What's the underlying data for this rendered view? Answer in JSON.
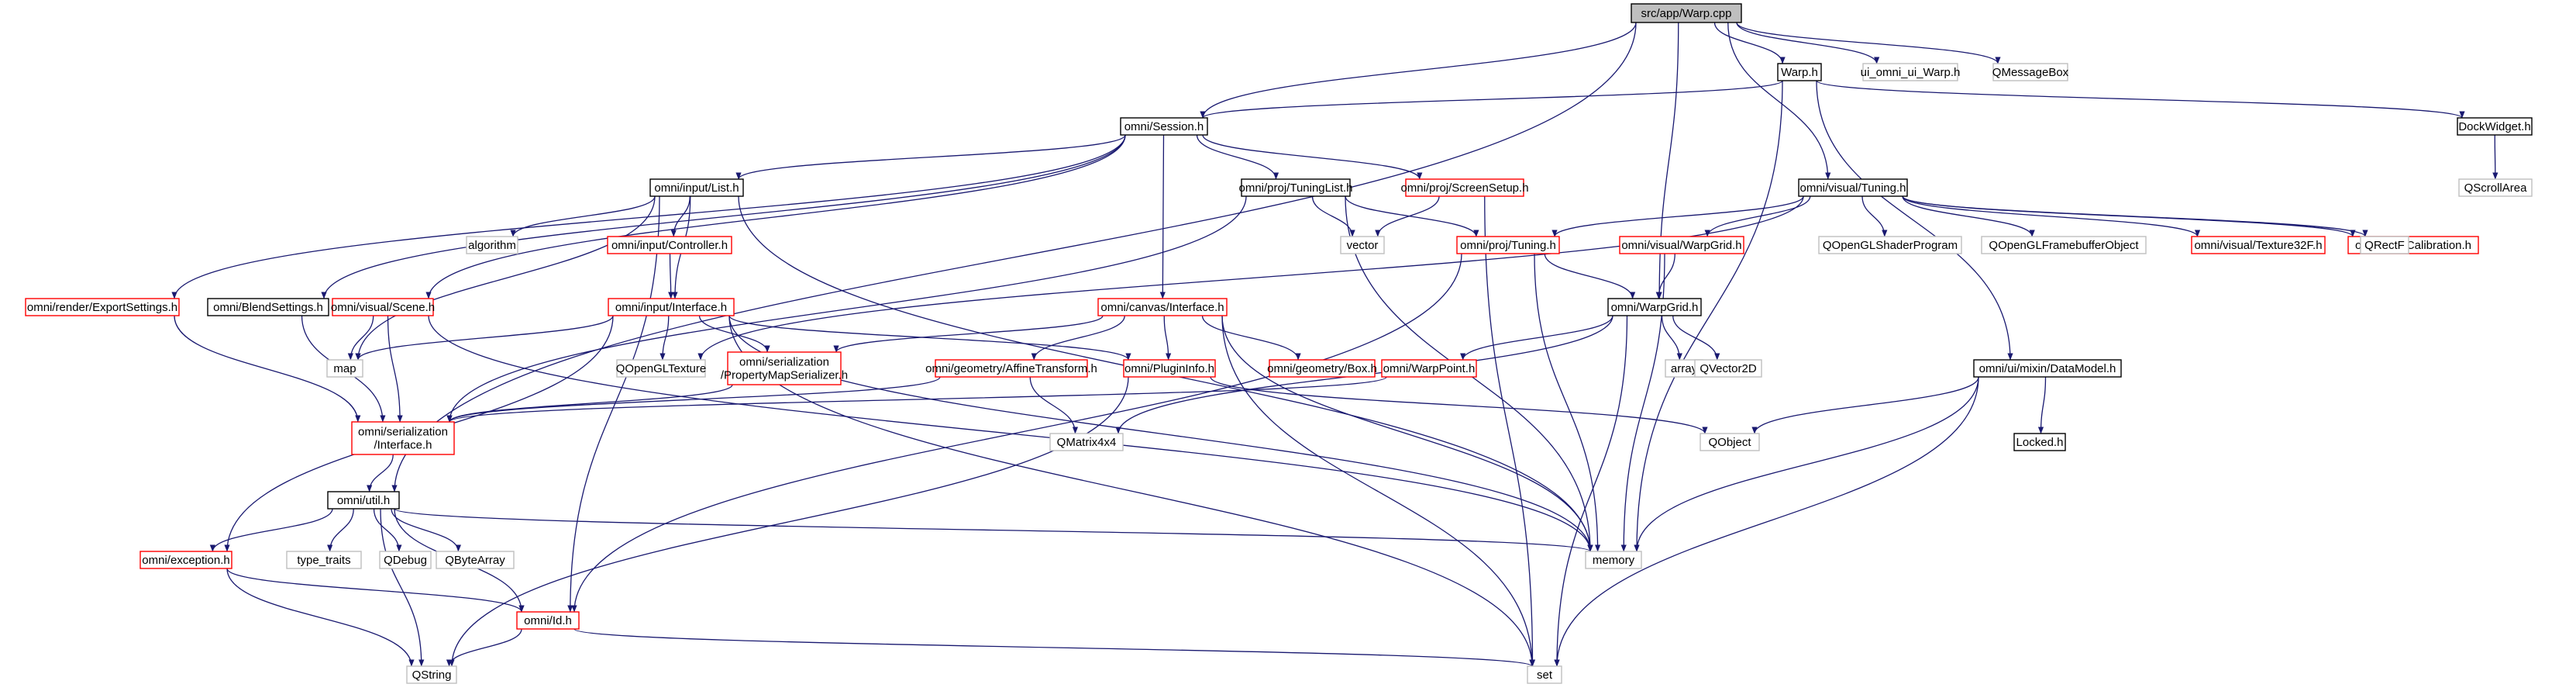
{
  "colors": {
    "edge": "#191970",
    "root_fill": "#bfbfbf",
    "doc_border": "#000000",
    "warn_border": "#ff0000",
    "sys_border": "#bfbfbf"
  },
  "nodes": [
    {
      "id": "root",
      "label": "src/app/Warp.cpp",
      "type": "root"
    },
    {
      "id": "warp_h",
      "label": "Warp.h",
      "type": "doc"
    },
    {
      "id": "ui_warp",
      "label": "ui_omni_ui_Warp.h",
      "type": "sys"
    },
    {
      "id": "qmsgbox",
      "label": "QMessageBox",
      "type": "sys"
    },
    {
      "id": "session",
      "label": "omni/Session.h",
      "type": "doc"
    },
    {
      "id": "dockwidget",
      "label": "DockWidget.h",
      "type": "doc"
    },
    {
      "id": "qscrollarea",
      "label": "QScrollArea",
      "type": "sys"
    },
    {
      "id": "input_list",
      "label": "omni/input/List.h",
      "type": "doc"
    },
    {
      "id": "tuninglist",
      "label": "omni/proj/TuningList.h",
      "type": "doc"
    },
    {
      "id": "screensetup",
      "label": "omni/proj/ScreenSetup.h",
      "type": "warn"
    },
    {
      "id": "visual_tuning",
      "label": "omni/visual/Tuning.h",
      "type": "doc"
    },
    {
      "id": "algorithm",
      "label": "algorithm",
      "type": "sys"
    },
    {
      "id": "controller",
      "label": "omni/input/Controller.h",
      "type": "warn"
    },
    {
      "id": "vector",
      "label": "vector",
      "type": "sys"
    },
    {
      "id": "proj_tuning",
      "label": "omni/proj/Tuning.h",
      "type": "warn"
    },
    {
      "id": "vis_warpgrid",
      "label": "omni/visual/WarpGrid.h",
      "type": "warn"
    },
    {
      "id": "qglshader",
      "label": "QOpenGLShaderProgram",
      "type": "sys"
    },
    {
      "id": "qglfbo",
      "label": "QOpenGLFramebufferObject",
      "type": "sys"
    },
    {
      "id": "texture32f",
      "label": "omni/visual/Texture32F.h",
      "type": "warn"
    },
    {
      "id": "calibration",
      "label": "omni/proj/Calibration.h",
      "type": "warn"
    },
    {
      "id": "qrectf",
      "label": "QRectF",
      "type": "sys"
    },
    {
      "id": "exportsettings",
      "label": "omni/render/ExportSettings.h",
      "type": "warn"
    },
    {
      "id": "blendsettings",
      "label": "omni/BlendSettings.h",
      "type": "doc"
    },
    {
      "id": "vis_scene",
      "label": "omni/visual/Scene.h",
      "type": "warn"
    },
    {
      "id": "input_interface",
      "label": "omni/input/Interface.h",
      "type": "warn"
    },
    {
      "id": "canvas_interface",
      "label": "omni/canvas/Interface.h",
      "type": "warn"
    },
    {
      "id": "warpgrid",
      "label": "omni/WarpGrid.h",
      "type": "doc"
    },
    {
      "id": "map",
      "label": "map",
      "type": "sys"
    },
    {
      "id": "qgltexture",
      "label": "QOpenGLTexture",
      "type": "sys"
    },
    {
      "id": "propmapser",
      "label": "omni/serialization\n/PropertyMapSerializer.h",
      "type": "warn"
    },
    {
      "id": "affine",
      "label": "omni/geometry/AffineTransform.h",
      "type": "warn"
    },
    {
      "id": "plugininfo",
      "label": "omni/PluginInfo.h",
      "type": "warn"
    },
    {
      "id": "geobox",
      "label": "omni/geometry/Box.h",
      "type": "warn"
    },
    {
      "id": "warppoint",
      "label": "omni/WarpPoint.h",
      "type": "warn"
    },
    {
      "id": "array",
      "label": "array",
      "type": "sys"
    },
    {
      "id": "qvector2d",
      "label": "QVector2D",
      "type": "sys"
    },
    {
      "id": "datamodel",
      "label": "omni/ui/mixin/DataModel.h",
      "type": "doc"
    },
    {
      "id": "ser_interface",
      "label": "omni/serialization\n/Interface.h",
      "type": "warn"
    },
    {
      "id": "qmatrix",
      "label": "QMatrix4x4",
      "type": "sys"
    },
    {
      "id": "qobject",
      "label": "QObject",
      "type": "sys"
    },
    {
      "id": "locked",
      "label": "Locked.h",
      "type": "doc"
    },
    {
      "id": "util",
      "label": "omni/util.h",
      "type": "doc"
    },
    {
      "id": "exception",
      "label": "omni/exception.h",
      "type": "warn"
    },
    {
      "id": "typetraits",
      "label": "type_traits",
      "type": "sys"
    },
    {
      "id": "qdebug",
      "label": "QDebug",
      "type": "sys"
    },
    {
      "id": "qbytearray",
      "label": "QByteArray",
      "type": "sys"
    },
    {
      "id": "memory",
      "label": "memory",
      "type": "sys"
    },
    {
      "id": "id_h",
      "label": "omni/Id.h",
      "type": "warn"
    },
    {
      "id": "qstring",
      "label": "QString",
      "type": "sys"
    },
    {
      "id": "set",
      "label": "set",
      "type": "sys"
    }
  ],
  "edges": [
    [
      "root",
      "warp_h"
    ],
    [
      "root",
      "ui_warp"
    ],
    [
      "root",
      "qmsgbox"
    ],
    [
      "root",
      "session"
    ],
    [
      "root",
      "visual_tuning"
    ],
    [
      "root",
      "warpgrid"
    ],
    [
      "root",
      "util"
    ],
    [
      "warp_h",
      "session"
    ],
    [
      "warp_h",
      "dockwidget"
    ],
    [
      "warp_h",
      "datamodel"
    ],
    [
      "warp_h",
      "memory"
    ],
    [
      "dockwidget",
      "qscrollarea"
    ],
    [
      "session",
      "input_list"
    ],
    [
      "session",
      "tuninglist"
    ],
    [
      "session",
      "screensetup"
    ],
    [
      "session",
      "exportsettings"
    ],
    [
      "session",
      "blendsettings"
    ],
    [
      "session",
      "vis_scene"
    ],
    [
      "session",
      "canvas_interface"
    ],
    [
      "input_list",
      "algorithm"
    ],
    [
      "input_list",
      "controller"
    ],
    [
      "input_list",
      "input_interface"
    ],
    [
      "input_list",
      "map"
    ],
    [
      "input_list",
      "id_h"
    ],
    [
      "input_list",
      "memory"
    ],
    [
      "controller",
      "input_interface"
    ],
    [
      "tuninglist",
      "vector"
    ],
    [
      "tuninglist",
      "proj_tuning"
    ],
    [
      "tuninglist",
      "memory"
    ],
    [
      "tuninglist",
      "ser_interface"
    ],
    [
      "screensetup",
      "vector"
    ],
    [
      "screensetup",
      "set"
    ],
    [
      "visual_tuning",
      "proj_tuning"
    ],
    [
      "visual_tuning",
      "vis_warpgrid"
    ],
    [
      "visual_tuning",
      "qglshader"
    ],
    [
      "visual_tuning",
      "qglfbo"
    ],
    [
      "visual_tuning",
      "texture32f"
    ],
    [
      "visual_tuning",
      "calibration"
    ],
    [
      "visual_tuning",
      "qrectf"
    ],
    [
      "visual_tuning",
      "qgltexture"
    ],
    [
      "proj_tuning",
      "warpgrid"
    ],
    [
      "proj_tuning",
      "memory"
    ],
    [
      "proj_tuning",
      "id_h"
    ],
    [
      "vis_warpgrid",
      "warpgrid"
    ],
    [
      "vis_warpgrid",
      "memory"
    ],
    [
      "warpgrid",
      "array"
    ],
    [
      "warpgrid",
      "qvector2d"
    ],
    [
      "warpgrid",
      "warppoint"
    ],
    [
      "warpgrid",
      "set"
    ],
    [
      "warpgrid",
      "qmatrix"
    ],
    [
      "exportsettings",
      "ser_interface"
    ],
    [
      "blendsettings",
      "ser_interface"
    ],
    [
      "vis_scene",
      "map"
    ],
    [
      "vis_scene",
      "ser_interface"
    ],
    [
      "vis_scene",
      "memory"
    ],
    [
      "input_interface",
      "map"
    ],
    [
      "input_interface",
      "qgltexture"
    ],
    [
      "input_interface",
      "propmapser"
    ],
    [
      "input_interface",
      "plugininfo"
    ],
    [
      "input_interface",
      "memory"
    ],
    [
      "input_interface",
      "set"
    ],
    [
      "input_interface",
      "exception"
    ],
    [
      "canvas_interface",
      "propmapser"
    ],
    [
      "canvas_interface",
      "affine"
    ],
    [
      "canvas_interface",
      "plugininfo"
    ],
    [
      "canvas_interface",
      "geobox"
    ],
    [
      "canvas_interface",
      "set"
    ],
    [
      "canvas_interface",
      "memory"
    ],
    [
      "propmapser",
      "ser_interface"
    ],
    [
      "affine",
      "ser_interface"
    ],
    [
      "affine",
      "qmatrix"
    ],
    [
      "plugininfo",
      "qobject"
    ],
    [
      "plugininfo",
      "qstring"
    ],
    [
      "warppoint",
      "ser_interface"
    ],
    [
      "datamodel",
      "qobject"
    ],
    [
      "datamodel",
      "locked"
    ],
    [
      "datamodel",
      "memory"
    ],
    [
      "datamodel",
      "set"
    ],
    [
      "ser_interface",
      "util"
    ],
    [
      "util",
      "exception"
    ],
    [
      "util",
      "typetraits"
    ],
    [
      "util",
      "qdebug"
    ],
    [
      "util",
      "qbytearray"
    ],
    [
      "util",
      "memory"
    ],
    [
      "util",
      "qstring"
    ],
    [
      "util",
      "id_h"
    ],
    [
      "exception",
      "qstring"
    ],
    [
      "exception",
      "id_h"
    ],
    [
      "id_h",
      "qstring"
    ],
    [
      "id_h",
      "set"
    ]
  ]
}
